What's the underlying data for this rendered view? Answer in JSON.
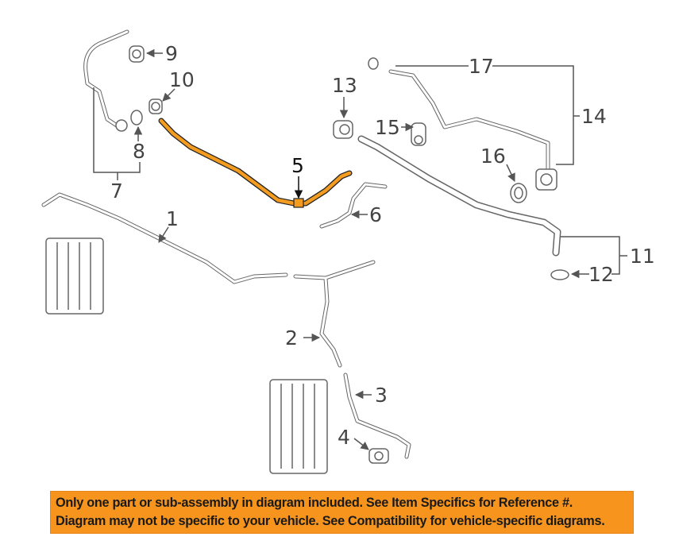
{
  "diagram": {
    "highlight_color": "#f39c1f",
    "callouts": {
      "c1": "1",
      "c2": "2",
      "c3": "3",
      "c4": "4",
      "c5": "5",
      "c6": "6",
      "c7": "7",
      "c8": "8",
      "c9": "9",
      "c10": "10",
      "c11": "11",
      "c12": "12",
      "c13": "13",
      "c14": "14",
      "c15": "15",
      "c16": "16",
      "c17": "17"
    },
    "highlighted_part": "5"
  },
  "banner": {
    "color": "#f7941d",
    "line1": "Only one part or sub-assembly in diagram included. See Item Specifics for Reference #.",
    "line2": "Diagram may not be specific to your vehicle. See Compatibility for vehicle-specific diagrams."
  }
}
